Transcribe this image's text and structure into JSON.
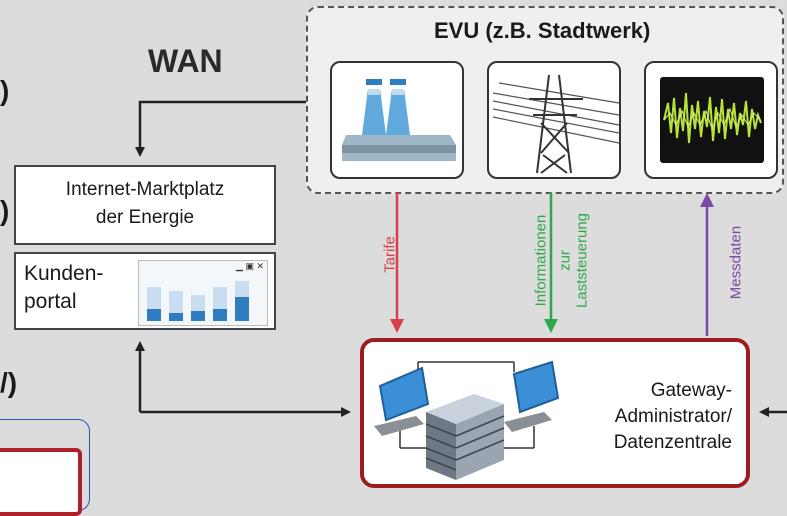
{
  "diagram": {
    "wan_label": "WAN",
    "evu_title": "EVU (z.B. Stadtwerk)",
    "marketplace_line1": "Internet-Marktplatz",
    "marketplace_line2": "der Energie",
    "portal_line1": "Kunden-",
    "portal_line2": "portal",
    "arrow_tarife": "Tarife",
    "arrow_info_1": "Informationen",
    "arrow_info_2": "zur",
    "arrow_info_3": "Laststeuerung",
    "arrow_messdaten": "Messdaten",
    "gateway_line1": "Gateway-",
    "gateway_line2": "Administrator/",
    "gateway_line3": "Datenzentrale",
    "left_fragment_1": ")",
    "left_fragment_2": ")",
    "left_fragment_3": "/)"
  },
  "colors": {
    "tarife": "#d6404b",
    "info": "#2fa84a",
    "messdaten": "#7b4aa6",
    "gateway_border": "#9b1c22",
    "blue_frame": "#2a56b0",
    "bars_light": "#c8ddef",
    "bars_dark": "#2f7dc1"
  },
  "icons": [
    "power-plant-icon",
    "power-pylon-icon",
    "waveform-icon",
    "computer-icon",
    "server-icon"
  ]
}
